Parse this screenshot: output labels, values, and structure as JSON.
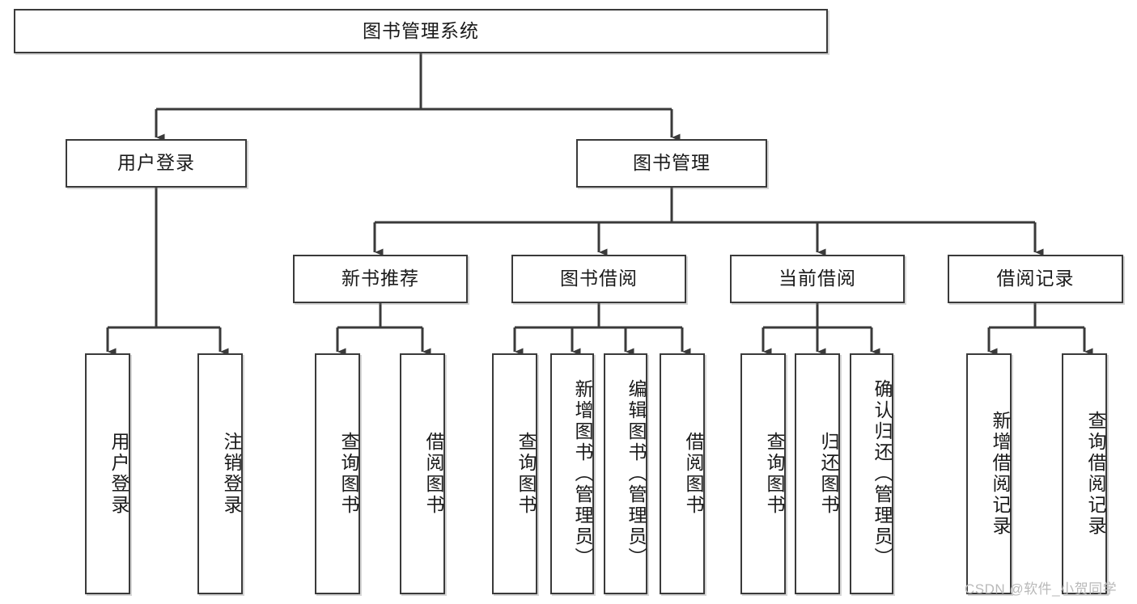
{
  "diagram": {
    "title_node": {
      "label": "图书管理系统"
    },
    "level2": [
      {
        "label": "用户登录"
      },
      {
        "label": "图书管理"
      }
    ],
    "level3": [
      {
        "label": "新书推荐"
      },
      {
        "label": "图书借阅"
      },
      {
        "label": "当前借阅"
      },
      {
        "label": "借阅记录"
      }
    ],
    "leaves_user_login": [
      {
        "label": "用户登录"
      },
      {
        "label": "注销登录"
      }
    ],
    "leaves_new_books": [
      {
        "label": "查询图书"
      },
      {
        "label": "借阅图书"
      }
    ],
    "leaves_borrow": [
      {
        "label": "查询图书"
      },
      {
        "label": "新增图书（管理员）"
      },
      {
        "label": "编辑图书（管理员）"
      },
      {
        "label": "借阅图书"
      }
    ],
    "leaves_current": [
      {
        "label": "查询图书"
      },
      {
        "label": "归还图书"
      },
      {
        "label": "确认归还（管理员）"
      }
    ],
    "leaves_records": [
      {
        "label": "新增借阅记录"
      },
      {
        "label": "查询借阅记录"
      }
    ]
  },
  "watermark": {
    "text": "CSDN @软件_小贺同学"
  },
  "colors": {
    "stroke": "#3a3a3a",
    "fill": "#ffffff",
    "text": "#1a1a1a",
    "watermark": "#b9b9b9"
  }
}
